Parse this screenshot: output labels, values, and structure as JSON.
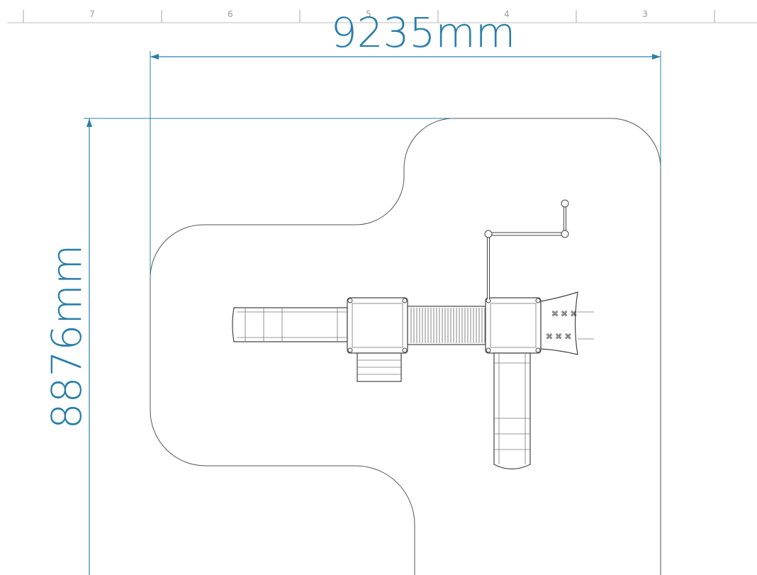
{
  "ruler": {
    "labels": [
      "7",
      "6",
      "5",
      "4",
      "3"
    ]
  },
  "dimensions": {
    "width_label": "9235mm",
    "height_label": "8876mm"
  },
  "colors": {
    "dimension": "#2a7fa8",
    "ruler": "#9a9a9a",
    "outline": "#555555"
  }
}
